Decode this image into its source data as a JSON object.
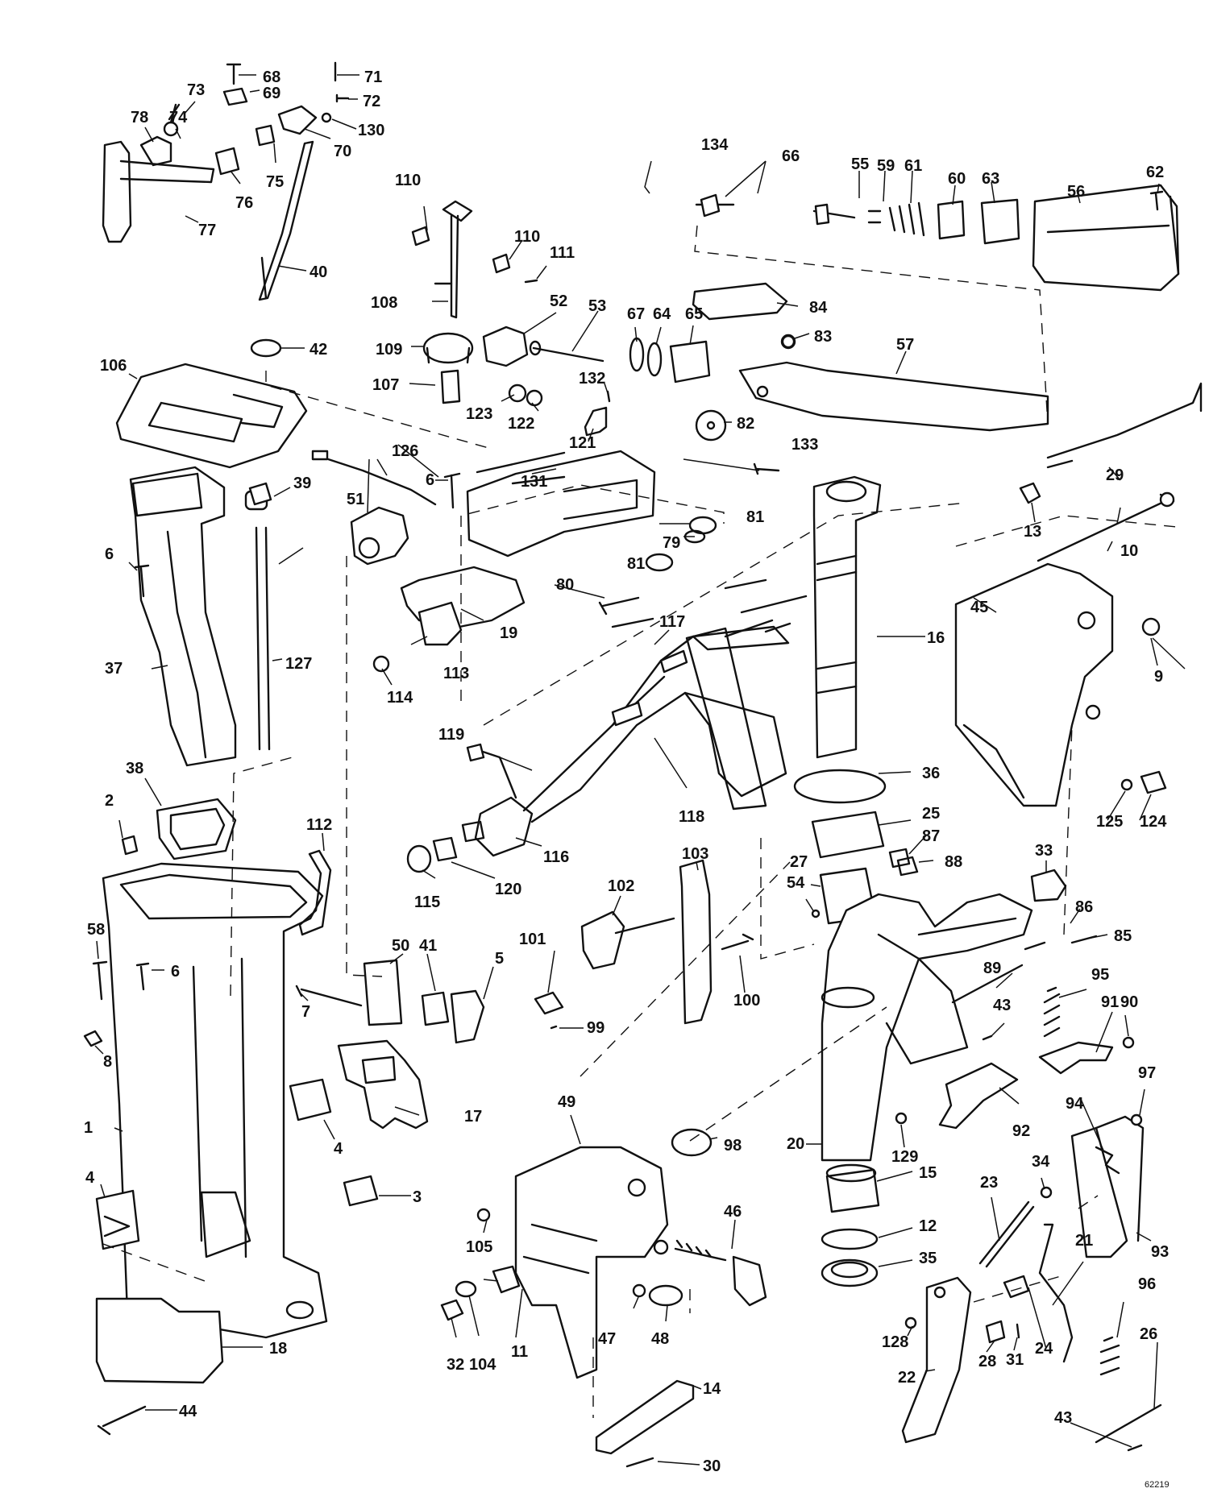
{
  "diagram": {
    "figure_number": "62219",
    "labels": {
      "1": "1",
      "2": "2",
      "3": "3",
      "4a": "4",
      "4b": "4",
      "5": "5",
      "6a": "6",
      "6b": "6",
      "6c": "6",
      "7": "7",
      "8": "8",
      "9": "9",
      "10": "10",
      "11": "11",
      "12": "12",
      "13": "13",
      "14": "14",
      "15": "15",
      "16": "16",
      "17": "17",
      "18": "18",
      "19": "19",
      "20": "20",
      "21": "21",
      "22": "22",
      "23": "23",
      "24": "24",
      "25": "25",
      "26": "26",
      "27": "27",
      "28": "28",
      "29": "29",
      "30": "30",
      "31": "31",
      "32": "32",
      "33": "33",
      "34": "34",
      "35": "35",
      "36": "36",
      "37": "37",
      "38": "38",
      "39": "39",
      "40": "40",
      "41": "41",
      "42": "42",
      "43a": "43",
      "43b": "43",
      "44": "44",
      "45": "45",
      "46": "46",
      "47": "47",
      "48": "48",
      "49": "49",
      "50": "50",
      "51": "51",
      "52": "52",
      "53": "53",
      "54": "54",
      "55": "55",
      "56": "56",
      "57": "57",
      "58": "58",
      "59": "59",
      "60": "60",
      "61": "61",
      "62": "62",
      "63": "63",
      "64": "64",
      "65": "65",
      "66": "66",
      "67": "67",
      "68": "68",
      "69": "69",
      "70": "70",
      "71": "71",
      "72": "72",
      "73": "73",
      "74": "74",
      "75": "75",
      "76": "76",
      "77": "77",
      "78": "78",
      "79": "79",
      "80": "80",
      "81a": "81",
      "81b": "81",
      "82": "82",
      "83": "83",
      "84": "84",
      "85": "85",
      "86": "86",
      "87": "87",
      "88": "88",
      "89": "89",
      "90": "90",
      "91": "91",
      "92": "92",
      "93": "93",
      "94": "94",
      "95": "95",
      "96": "96",
      "97": "97",
      "98": "98",
      "99": "99",
      "100": "100",
      "101": "101",
      "102": "102",
      "103": "103",
      "104": "104",
      "105": "105",
      "106": "106",
      "107": "107",
      "108": "108",
      "109": "109",
      "110a": "110",
      "110b": "110",
      "111": "111",
      "112": "112",
      "113": "113",
      "114": "114",
      "115": "115",
      "116": "116",
      "117": "117",
      "118": "118",
      "119": "119",
      "120": "120",
      "121": "121",
      "122": "122",
      "123": "123",
      "124": "124",
      "125": "125",
      "126": "126",
      "127": "127",
      "128": "128",
      "129": "129",
      "130": "130",
      "131": "131",
      "132": "132",
      "133": "133",
      "134": "134"
    }
  }
}
